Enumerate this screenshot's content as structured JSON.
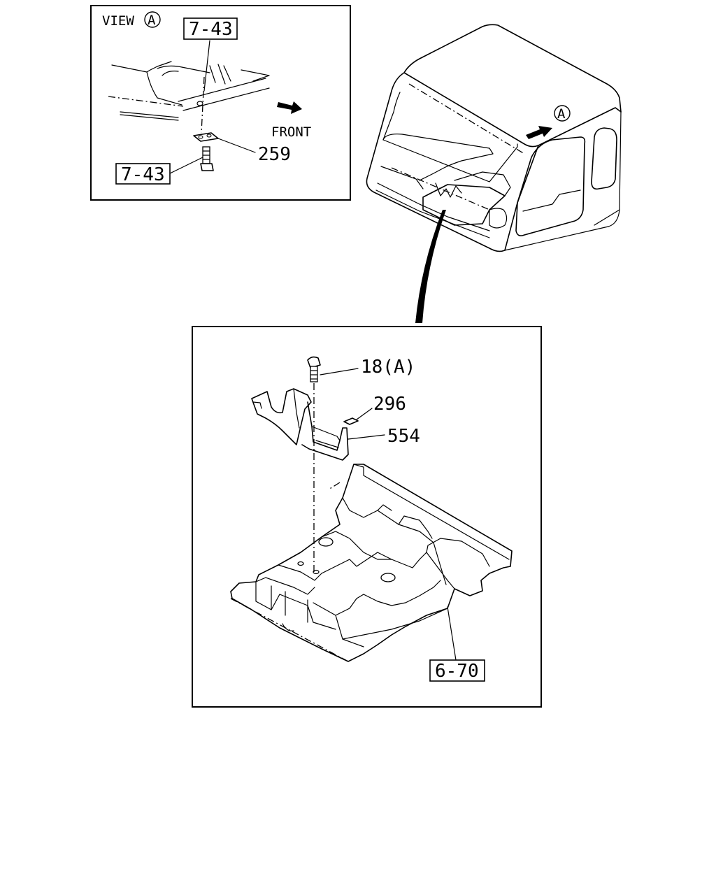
{
  "view_panel": {
    "view_label": "VIEW",
    "view_marker": "A",
    "front_label": "FRONT",
    "ref_top": "7-43",
    "ref_bottom": "7-43",
    "part_259": "259"
  },
  "cab": {
    "view_marker": "A"
  },
  "detail_panel": {
    "part_18": "18(A)",
    "part_296": "296",
    "part_554": "554",
    "ref_floor": "6-70"
  }
}
